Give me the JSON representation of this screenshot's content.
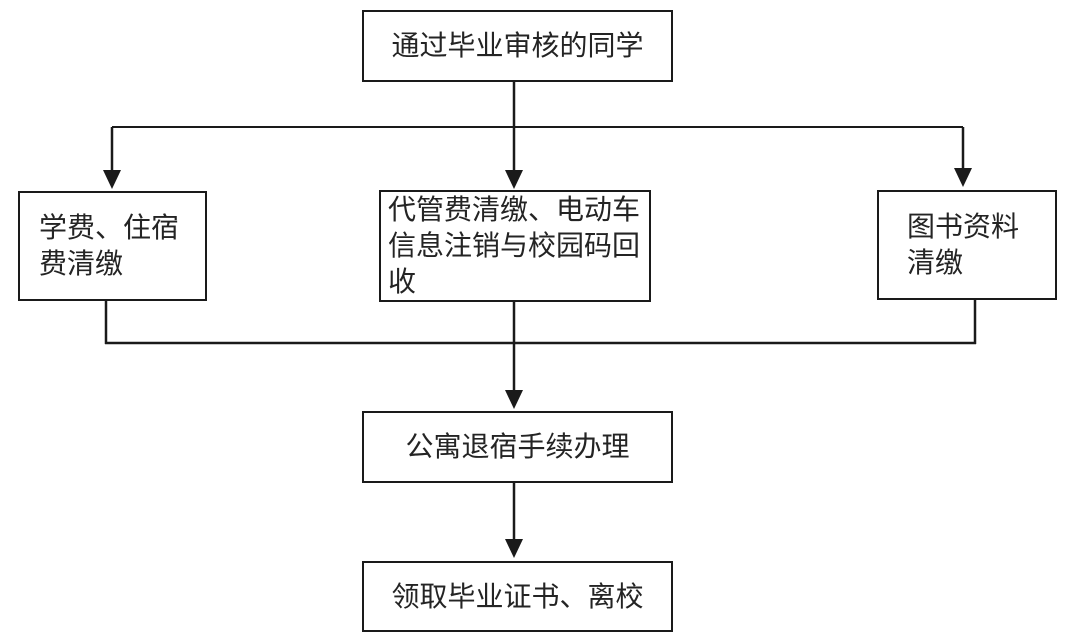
{
  "diagram": {
    "type": "flowchart",
    "colors": {
      "line": "#1a1a1a",
      "text": "#242424",
      "background": "#ffffff"
    },
    "nodes": {
      "start": {
        "label": "通过毕业审核的同学",
        "lines": [
          "通过毕业审核的同学"
        ]
      },
      "tuition": {
        "label": "学费、住宿费清缴",
        "lines": [
          "学费、住宿",
          "费清缴"
        ]
      },
      "misc": {
        "label": "代管费清缴、电动车信息注销与校园码回收",
        "lines": [
          "代管费清缴、电动车",
          "信息注销与校园码回",
          "收"
        ]
      },
      "library": {
        "label": "图书资料清缴",
        "lines": [
          "图书资料",
          "清缴"
        ]
      },
      "dorm": {
        "label": "公寓退宿手续办理",
        "lines": [
          "公寓退宿手续办理"
        ]
      },
      "end": {
        "label": "领取毕业证书、离校",
        "lines": [
          "领取毕业证书、离校"
        ]
      }
    },
    "edges": [
      {
        "from": "start",
        "to": "tuition"
      },
      {
        "from": "start",
        "to": "misc"
      },
      {
        "from": "start",
        "to": "library"
      },
      {
        "from": "tuition",
        "to": "dorm"
      },
      {
        "from": "misc",
        "to": "dorm"
      },
      {
        "from": "library",
        "to": "dorm"
      },
      {
        "from": "dorm",
        "to": "end"
      }
    ]
  }
}
